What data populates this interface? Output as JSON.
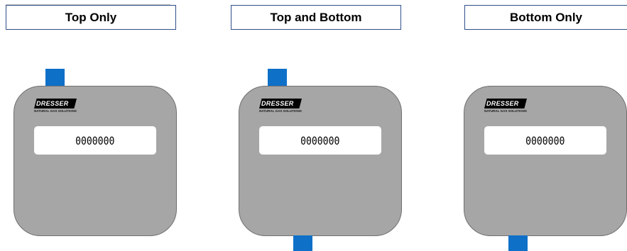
{
  "header_partial": "",
  "colors": {
    "pipe": "#0f70c8",
    "meter_body": "#a6a6a6",
    "label_border": "#2f4f8a"
  },
  "panels": [
    {
      "label": "Top Only",
      "inlet": "top",
      "brand": "DRESSER",
      "brand_sub": "NATURAL GAS SOLUTIONS",
      "reading": "0000000"
    },
    {
      "label": "Top and Bottom",
      "inlet": "top-and-bottom",
      "brand": "DRESSER",
      "brand_sub": "NATURAL GAS SOLUTIONS",
      "reading": "0000000"
    },
    {
      "label": "Bottom Only",
      "inlet": "bottom",
      "brand": "DRESSER",
      "brand_sub": "NATURAL GAS SOLUTIONS",
      "reading": "0000000"
    }
  ]
}
